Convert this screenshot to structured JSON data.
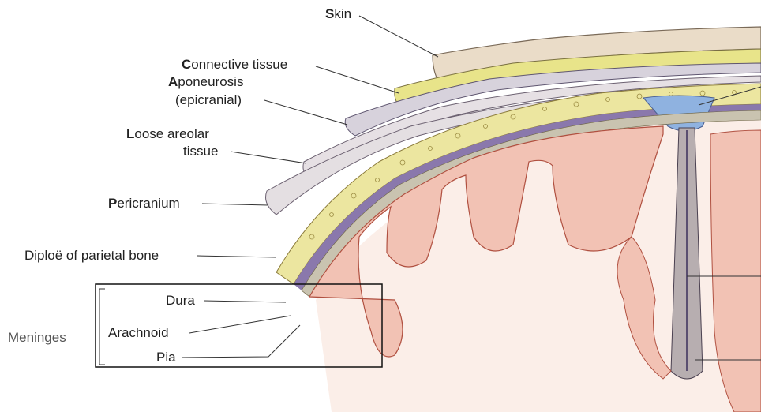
{
  "labels": {
    "skin": {
      "initial": "S",
      "rest": "kin"
    },
    "connective_tissue": {
      "initial": "C",
      "rest": "onnective tissue"
    },
    "aponeurosis": {
      "initial": "A",
      "rest": "poneurosis"
    },
    "epicranial": "(epicranial)",
    "loose_areolar": {
      "initial": "L",
      "rest": "oose areolar"
    },
    "tissue": "tissue",
    "pericranium": {
      "initial": "P",
      "rest": "ericranium"
    },
    "diploe": "Diploë of parietal bone",
    "dura": "Dura",
    "arachnoid": "Arachnoid",
    "pia": "Pia",
    "meninges": "Meninges"
  },
  "colors": {
    "skin": "#eadcc8",
    "connective": "#e8e48a",
    "aponeurosis": "#d7d2dc",
    "bone": "#ece6a0",
    "dura": "#8a78ac",
    "sinus": "#8fb2e0",
    "cortex": "#f2c2b4",
    "white_matter": "#fbeee8",
    "meninges_box": "#111111"
  }
}
